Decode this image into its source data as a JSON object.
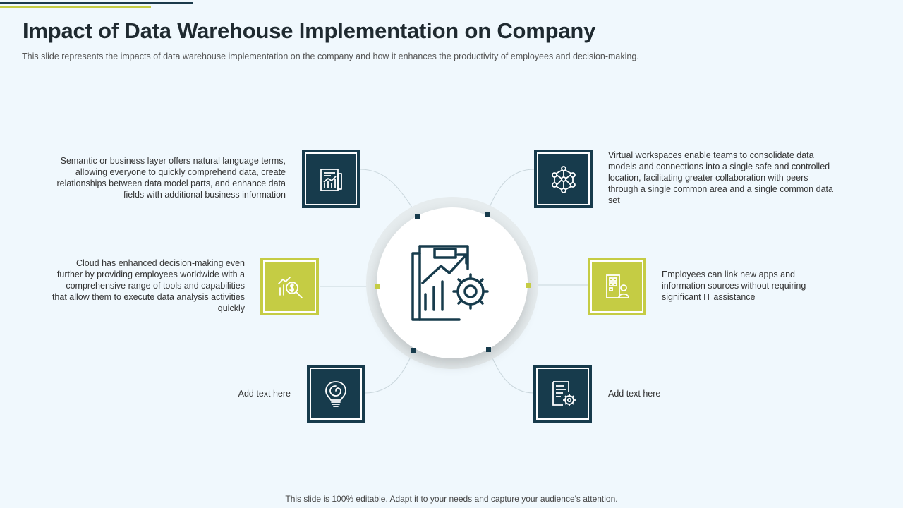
{
  "slide": {
    "title": "Impact of Data Warehouse Implementation on Company",
    "subtitle": "This slide represents the impacts of data warehouse implementation on the company and how it enhances the productivity of employees and decision-making.",
    "footer": "This slide is 100% editable. Adapt it to your needs and capture your audience's attention."
  },
  "colors": {
    "dark": "#173b4c",
    "lime": "#c5cc44",
    "background": "#f0f8fd"
  },
  "items": {
    "top_left": {
      "text": "Semantic or business layer offers natural language terms, allowing everyone to quickly comprehend data, create relationships between data model parts, and enhance data fields with additional business information",
      "icon": "report-chart-icon"
    },
    "mid_left": {
      "text": "Cloud has enhanced decision-making even further by providing employees worldwide with a comprehensive range of tools and capabilities that allow them to execute data analysis activities quickly",
      "icon": "financial-analysis-magnifier-icon"
    },
    "bottom_left": {
      "text": "Add text here",
      "icon": "lightbulb-icon"
    },
    "top_right": {
      "text": "Virtual workspaces enable teams to consolidate data models and connections into a single safe and controlled location, facilitating greater collaboration with peers through a single common area and a single common data set",
      "icon": "network-nodes-icon"
    },
    "mid_right": {
      "text": "Employees can link new apps and information sources without requiring significant IT assistance",
      "icon": "office-building-user-icon"
    },
    "bottom_right": {
      "text": "Add text here",
      "icon": "document-gear-icon"
    }
  },
  "center_icon": "report-growth-gear-icon"
}
